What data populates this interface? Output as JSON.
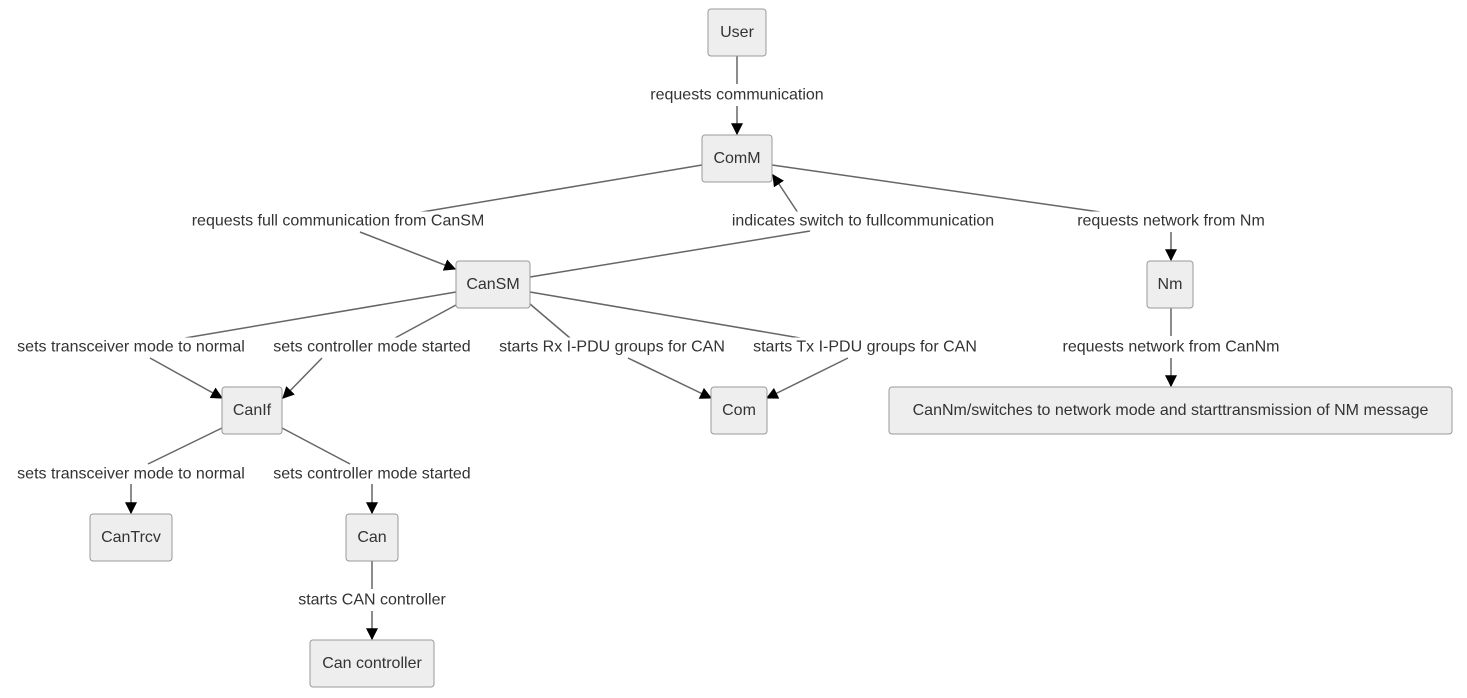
{
  "nodes": [
    {
      "id": "user",
      "label": "User"
    },
    {
      "id": "comm",
      "label": "ComM"
    },
    {
      "id": "cansm",
      "label": "CanSM"
    },
    {
      "id": "nm",
      "label": "Nm"
    },
    {
      "id": "canif",
      "label": "CanIf"
    },
    {
      "id": "com",
      "label": "Com"
    },
    {
      "id": "cannm",
      "label": "CanNm/switches to network mode and starttransmission of NM message"
    },
    {
      "id": "cantrcv",
      "label": "CanTrcv"
    },
    {
      "id": "can",
      "label": "Can"
    },
    {
      "id": "cancontroller",
      "label": "Can controller"
    }
  ],
  "edges": [
    {
      "id": "user-comm",
      "from": "user",
      "to": "comm",
      "label": "requests communication"
    },
    {
      "id": "comm-cansm",
      "from": "comm",
      "to": "cansm",
      "label": "requests full communication from CanSM"
    },
    {
      "id": "cansm-comm",
      "from": "cansm",
      "to": "comm",
      "label": "indicates switch to fullcommunication"
    },
    {
      "id": "comm-nm",
      "from": "comm",
      "to": "nm",
      "label": "requests network from Nm"
    },
    {
      "id": "cansm-canif-trcv",
      "from": "cansm",
      "to": "canif",
      "label": "sets transceiver mode to normal"
    },
    {
      "id": "cansm-canif-ctrl",
      "from": "cansm",
      "to": "canif",
      "label": "sets controller mode started"
    },
    {
      "id": "cansm-com-rx",
      "from": "cansm",
      "to": "com",
      "label": "starts Rx I-PDU groups for CAN"
    },
    {
      "id": "cansm-com-tx",
      "from": "cansm",
      "to": "com",
      "label": "starts Tx I-PDU groups for CAN"
    },
    {
      "id": "nm-cannm",
      "from": "nm",
      "to": "cannm",
      "label": "requests network from CanNm"
    },
    {
      "id": "canif-cantrcv",
      "from": "canif",
      "to": "cantrcv",
      "label": "sets transceiver mode to normal"
    },
    {
      "id": "canif-can",
      "from": "canif",
      "to": "can",
      "label": "sets controller mode started"
    },
    {
      "id": "can-cancontroller",
      "from": "can",
      "to": "cancontroller",
      "label": "starts CAN controller"
    }
  ]
}
